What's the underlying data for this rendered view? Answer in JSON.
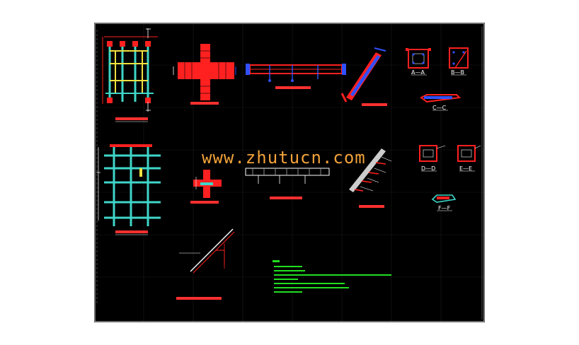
{
  "watermark": "www.zhutucn.com",
  "section_labels": {
    "a": "A—A",
    "b": "B—B",
    "c": "C—C",
    "d": "D—D",
    "e": "E—E",
    "f": "F—F"
  },
  "colors": {
    "sheet_background": "#000000",
    "rebar_red": "#ff2020",
    "beam_cyan": "#3fd6c8",
    "dim_blue": "#3050ff",
    "yellow": "#f0e040",
    "notes_green": "#20e020",
    "watermark_orange": "#f2a23a"
  }
}
